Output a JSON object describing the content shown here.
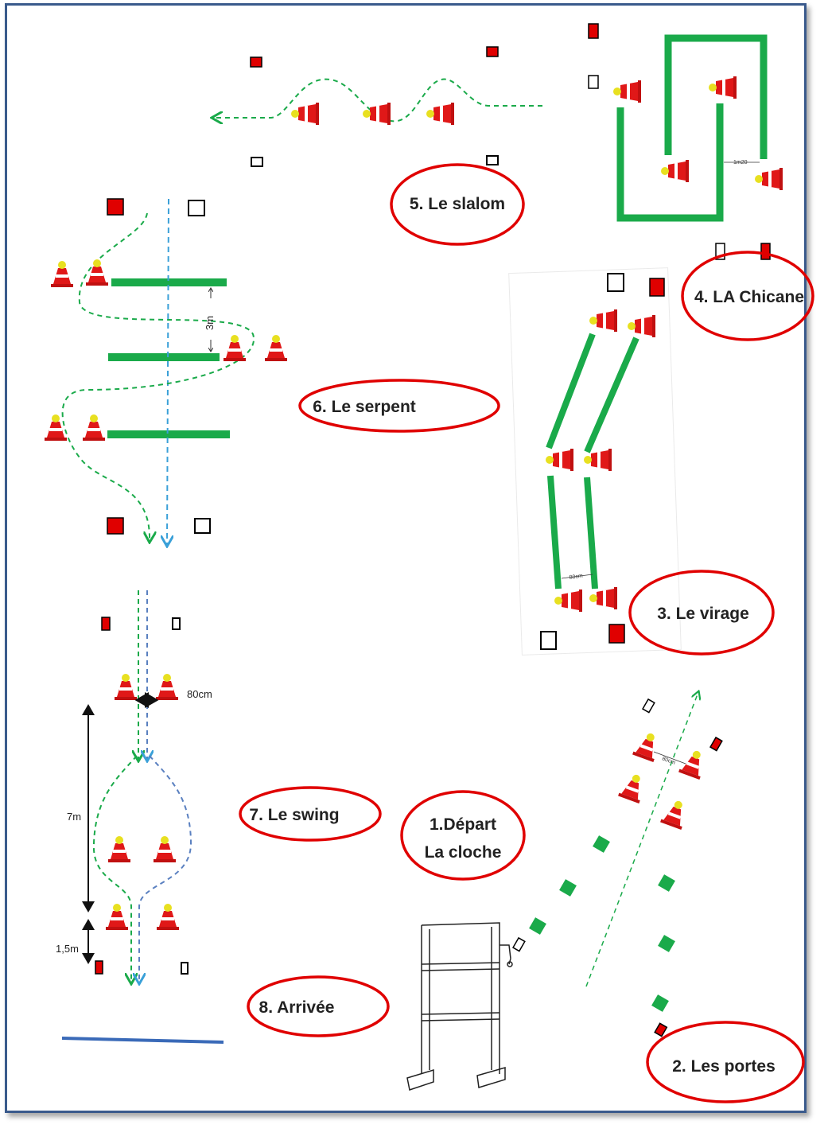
{
  "colors": {
    "frame": "#3a5a8c",
    "label_ellipse": "#e00000",
    "track": "#1aaa4a",
    "path_green": "#1aaa4a",
    "path_blue": "#3aa0d8",
    "finish_line": "#3a6ab8",
    "marker_red": "#e00000",
    "cone_red": "#e01818",
    "cone_top": "#e8e020"
  },
  "stations": {
    "s1": {
      "line1": "1.Départ",
      "line2": "La cloche"
    },
    "s2": "2. Les portes",
    "s3": "3. Le virage",
    "s4": "4.  LA Chicane",
    "s5": "5.  Le slalom",
    "s6": "6.  Le serpent",
    "s7": "7. Le swing",
    "s8": "8. Arrivée"
  },
  "measures": {
    "serpent_gap": "3m",
    "swing_width": "80cm",
    "swing_length": "7m",
    "swing_end": "1,5m",
    "chicane_gap": "1m20",
    "virage_width": "80cm",
    "portes_width": "80cm"
  },
  "icons": [
    "traffic-cone-icon",
    "red-marker-icon",
    "white-marker-icon",
    "bell-stand-icon",
    "bell-icon"
  ]
}
